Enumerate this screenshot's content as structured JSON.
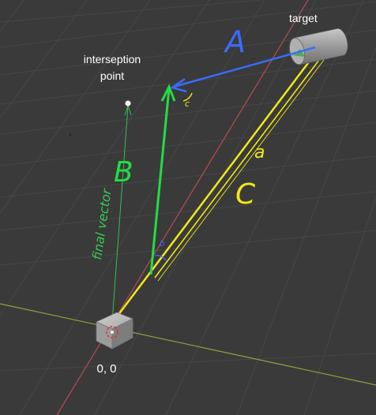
{
  "viewport": {
    "background": "#3a3a3a",
    "grid_color": "#4a4a4a",
    "x_axis_color": "#b84a55",
    "y_axis_color": "#8aa83a"
  },
  "labels": {
    "target": "target",
    "intersection_line1": "interseption",
    "intersection_line2": "point",
    "origin": "0, 0"
  },
  "annotations": {
    "vector_a": "A",
    "vector_b": "B",
    "vector_c": "C",
    "final_vector": "final vector",
    "angle_c": "c",
    "angle_b": "b",
    "side_a": "a"
  },
  "colors": {
    "vector_a": "#3a6cff",
    "vector_b": "#22dd44",
    "vector_c": "#f0e81a",
    "final_vector": "#33cc55",
    "angle_c_mark": "#f0e81a",
    "angle_b_mark": "#3a6cff"
  },
  "objects": {
    "origin_cube": "cube-object",
    "target_cylinder": "cylinder-object",
    "intersection_point": "point-object"
  }
}
